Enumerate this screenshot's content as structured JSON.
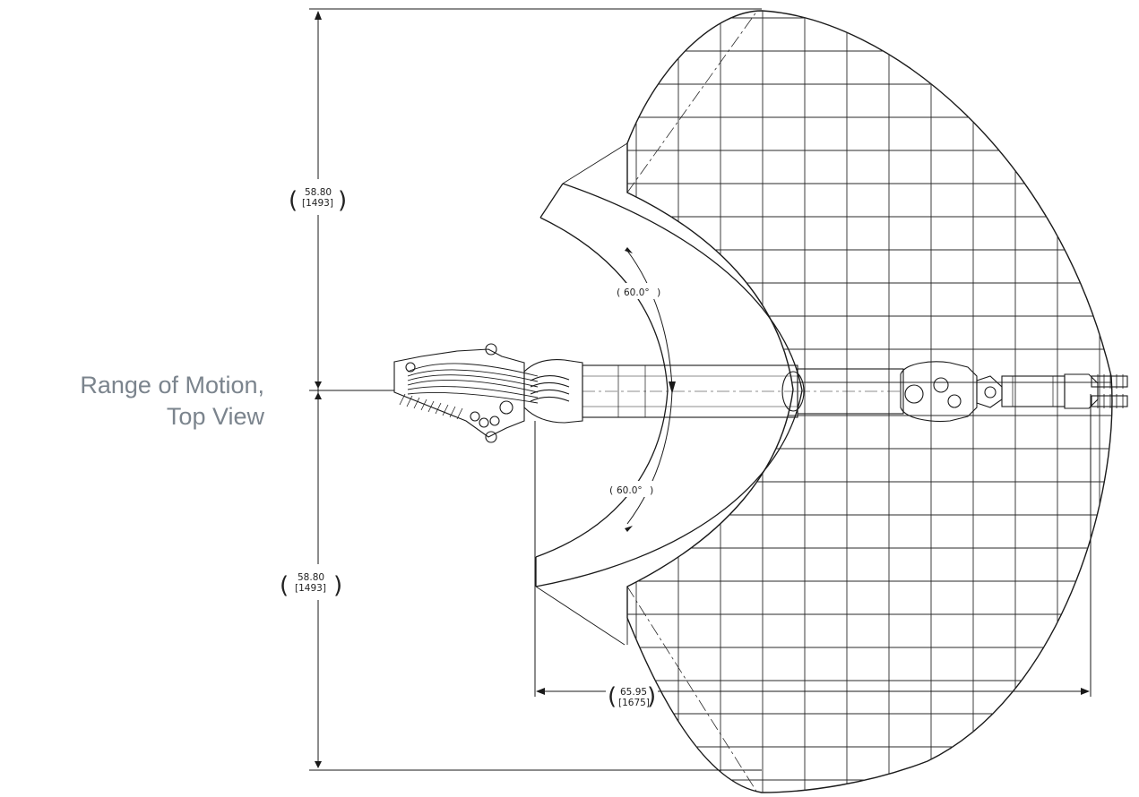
{
  "title": {
    "line1": "Range of Motion,",
    "line2": "Top View"
  },
  "dimensions": {
    "upper_reach": {
      "inches": "58.80",
      "mm": "[1493]"
    },
    "lower_reach": {
      "inches": "58.80",
      "mm": "[1493]"
    },
    "horizontal_reach": {
      "inches": "65.95",
      "mm": "[1675]"
    }
  },
  "angles": {
    "upper": "60.0°",
    "lower": "60.0°"
  },
  "colors": {
    "title": "#7b848d",
    "linework": "#1a1a1a",
    "hatch": "#2a2a2a"
  }
}
